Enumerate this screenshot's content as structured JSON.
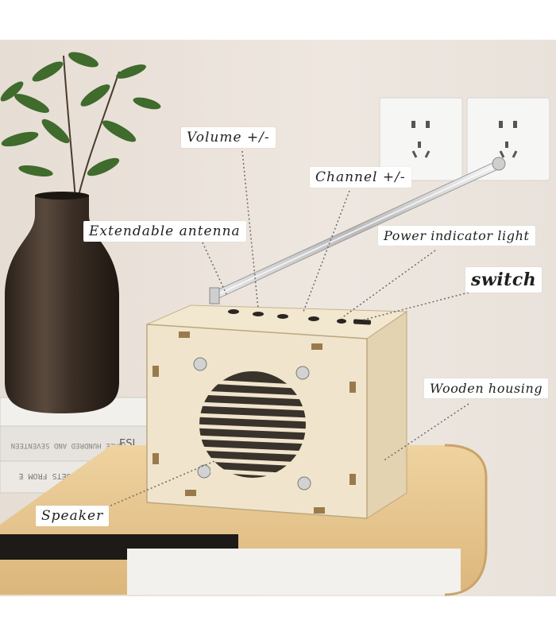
{
  "labels": {
    "volume": "Volume +/-",
    "channel": "Channel +/-",
    "antenna": "Extendable antenna",
    "power_light": "Power indicator light",
    "switch": "switch",
    "housing": "Wooden housing",
    "speaker": "Speaker"
  },
  "book_spine_1": "THREE HUNDRED AND SEVENTEEN",
  "book_spine_2": "ESL",
  "book_spine_3": "DOOR DESIGN GADGETS FROM E",
  "colors": {
    "wall": "#ebe4dd",
    "wood": "#eee2c7",
    "cabinet": "#e6c48c",
    "callout_bg": "#ffffff",
    "leader": "#6b6b6b"
  }
}
